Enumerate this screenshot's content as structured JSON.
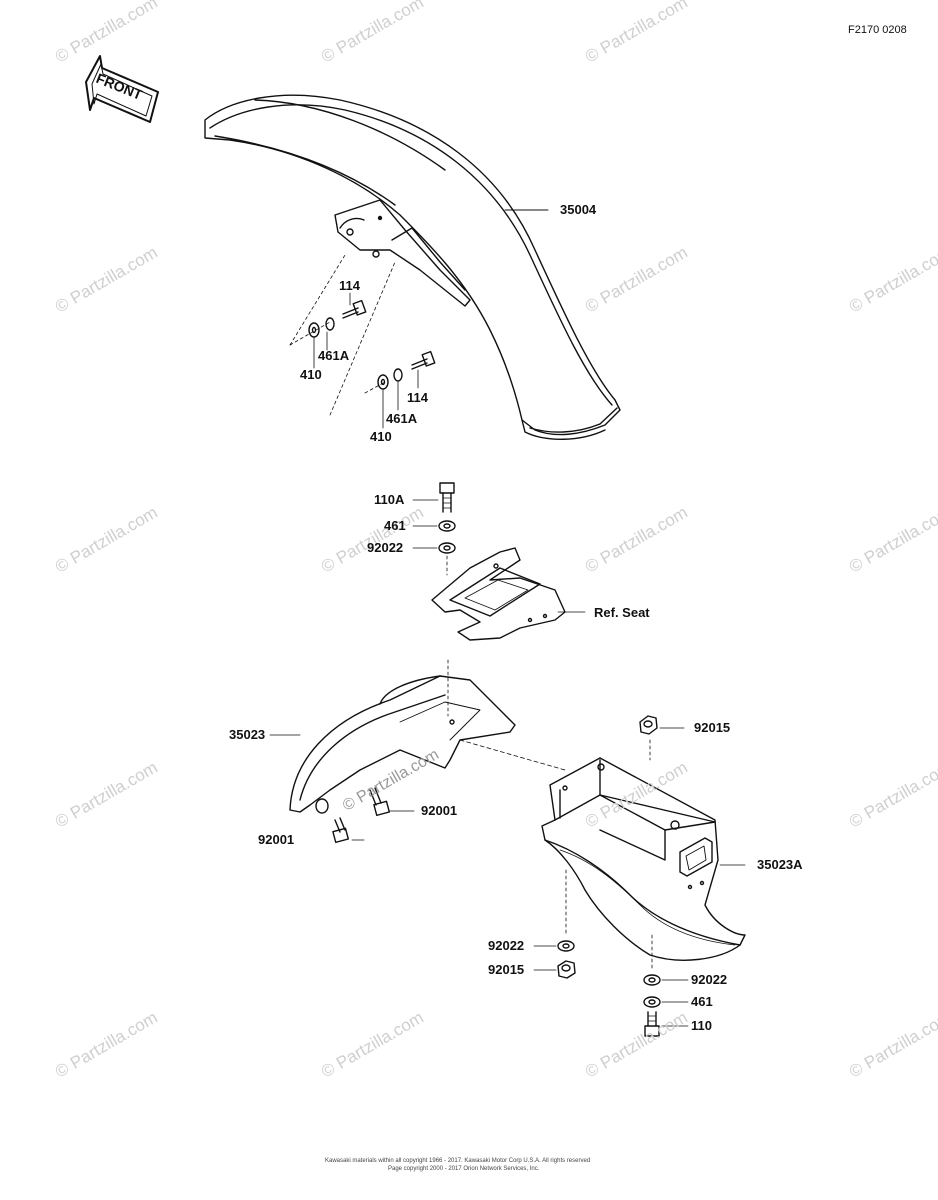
{
  "diagram_code": "F2170 0208",
  "front_arrow": "FRONT",
  "watermark": "© Partzilla.com",
  "center_watermark": "© Partzilla.com",
  "footer": {
    "line1": "Kawasaki materials within all copyright 1966 - 2017. Kawasaki Motor Corp U.S.A. All rights reserved",
    "line2": "Page copyright 2000 - 2017 Orion Network Services, Inc."
  },
  "labels": {
    "p35004": "35004",
    "p114_a": "114",
    "p461a_a": "461A",
    "p410_a": "410",
    "p114_b": "114",
    "p461a_b": "461A",
    "p410_b": "410",
    "p110a": "110A",
    "p461_top": "461",
    "p92022_top": "92022",
    "ref_seat": "Ref. Seat",
    "p35023": "35023",
    "p92015_top": "92015",
    "p92001_a": "92001",
    "p92001_b": "92001",
    "p35023a": "35023A",
    "p92022_mid": "92022",
    "p92015_mid": "92015",
    "p92022_right": "92022",
    "p461_right": "461",
    "p110": "110"
  }
}
